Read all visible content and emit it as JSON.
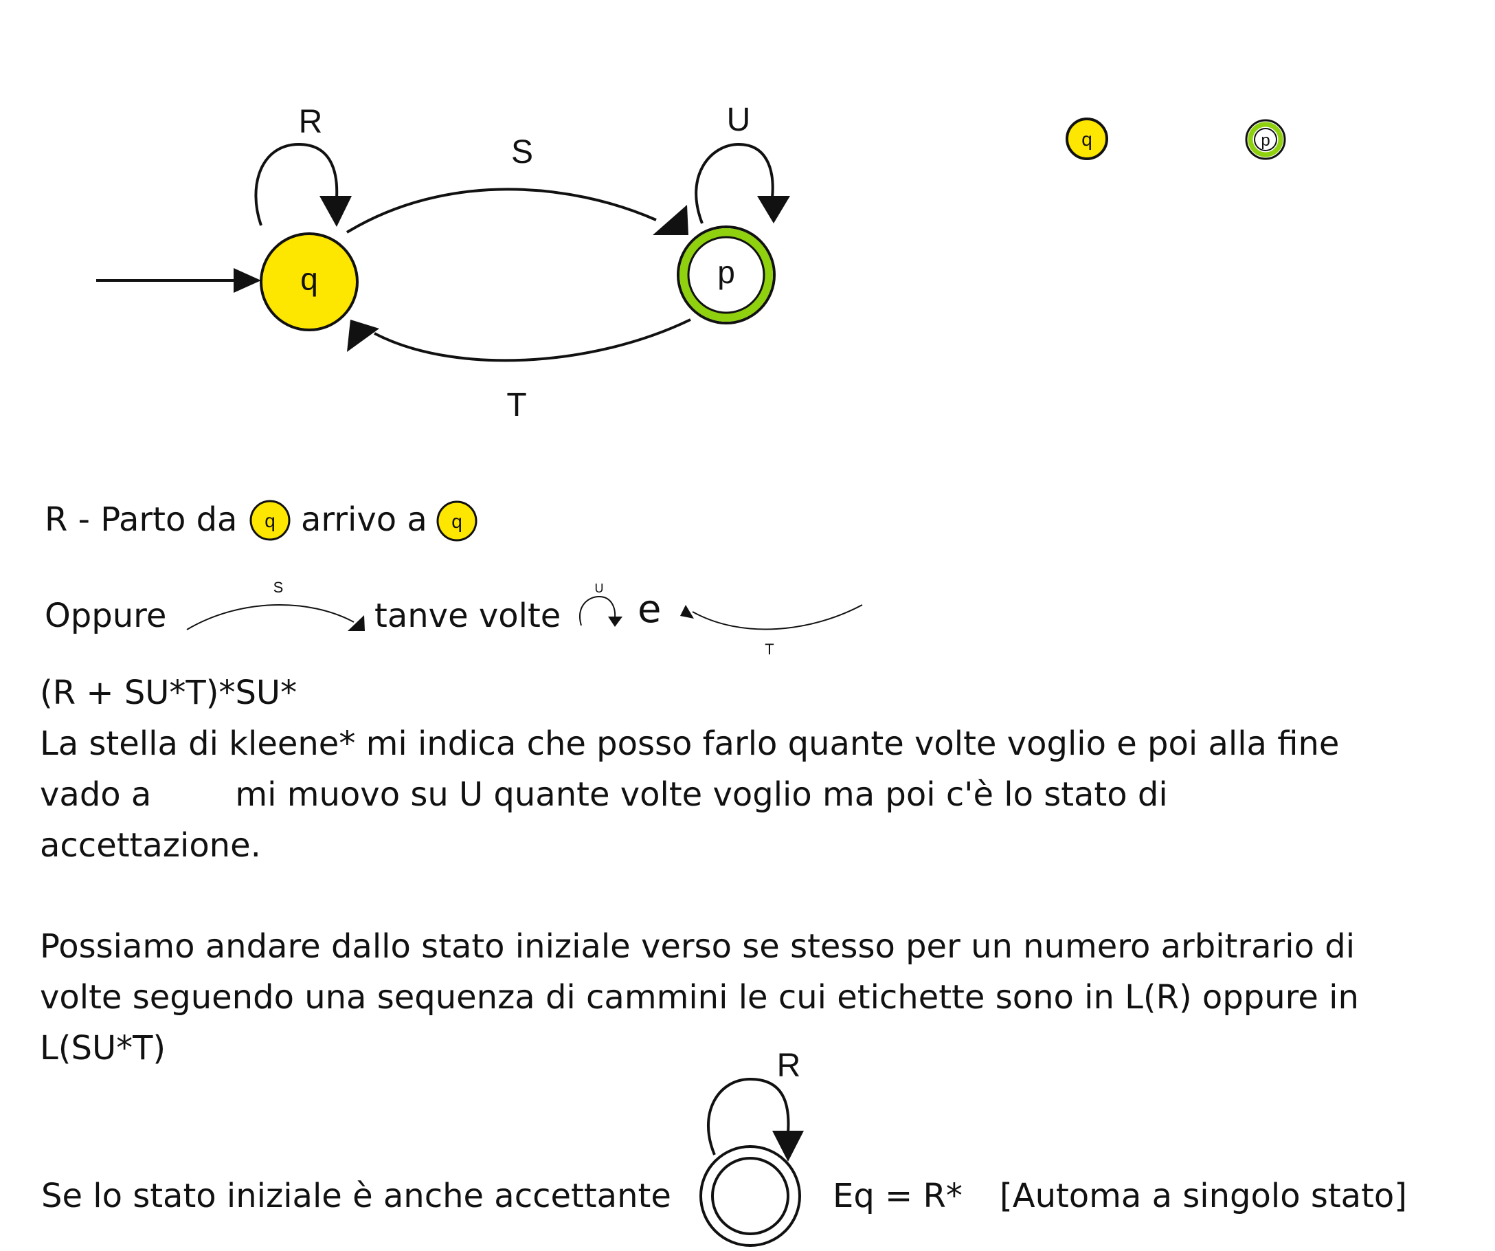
{
  "colors": {
    "state_q_fill": "#fde600",
    "state_p_ring": "#8fd10f",
    "stroke": "#111111",
    "background": "#ffffff"
  },
  "automaton": {
    "states": [
      {
        "id": "q",
        "label": "q",
        "initial": true,
        "accepting": false
      },
      {
        "id": "p",
        "label": "p",
        "initial": false,
        "accepting": true
      }
    ],
    "transitions": [
      {
        "from": "q",
        "to": "q",
        "label": "R"
      },
      {
        "from": "q",
        "to": "p",
        "label": "S"
      },
      {
        "from": "p",
        "to": "p",
        "label": "U"
      },
      {
        "from": "p",
        "to": "q",
        "label": "T"
      }
    ]
  },
  "legend": {
    "q_label": "q",
    "p_label": "p"
  },
  "notes": {
    "line1_start": "R - Parto da",
    "line1_mid": "arrivo a",
    "q_label": "q",
    "line2_start": "Oppure",
    "line2_s_label": "S",
    "line2_mid": "tanve volte",
    "line2_u_label": "U",
    "line2_and": "e",
    "line2_t_label": "T",
    "expression": "(R + SU*T)*SU*",
    "para1": [
      "La stella di kleene* mi indica che posso farlo quante volte voglio e poi alla fine",
      "vado a        mi muovo su U quante volte voglio ma poi c'è lo stato di",
      "accettazione."
    ],
    "para2": [
      "Possiamo andare dallo stato iniziale verso se stesso per un numero arbitrario di",
      "volte seguendo una sequenza di cammini le cui etichette sono in L(R) oppure in",
      "L(SU*T)"
    ],
    "single_state": {
      "loop_label": "R",
      "lead_text": "Se lo stato iniziale è anche accettante",
      "equation": "Eq = R*",
      "bracket": "[Automa a singolo stato]"
    }
  }
}
